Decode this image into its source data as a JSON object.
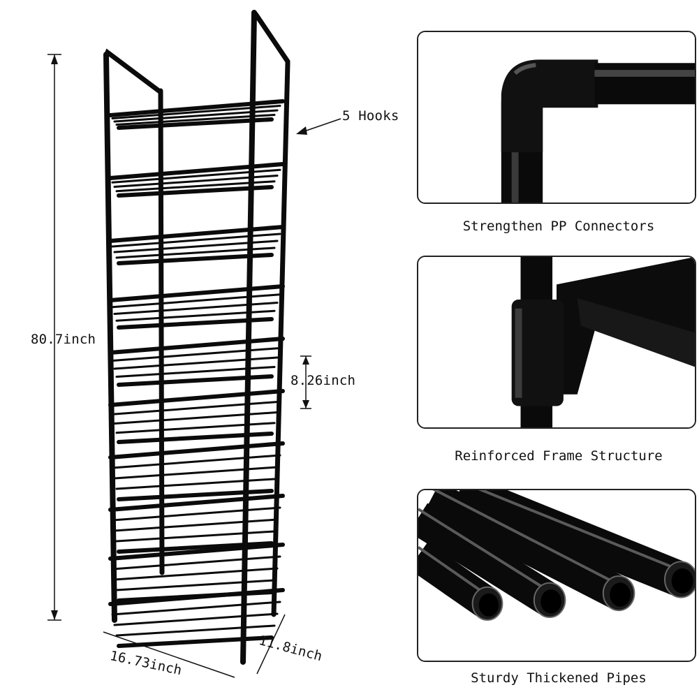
{
  "annotations": {
    "hooks": "5 Hooks",
    "height": "80.7inch",
    "shelf_gap": "8.26inch",
    "width": "16.73inch",
    "depth": "11.8inch"
  },
  "panels": [
    {
      "caption": "Strengthen PP Connectors"
    },
    {
      "caption": "Reinforced Frame Structure"
    },
    {
      "caption": "Sturdy Thickened Pipes"
    }
  ],
  "colors": {
    "frame": "#0b0b0b",
    "pipe_highlight": "#5a5a5a"
  }
}
